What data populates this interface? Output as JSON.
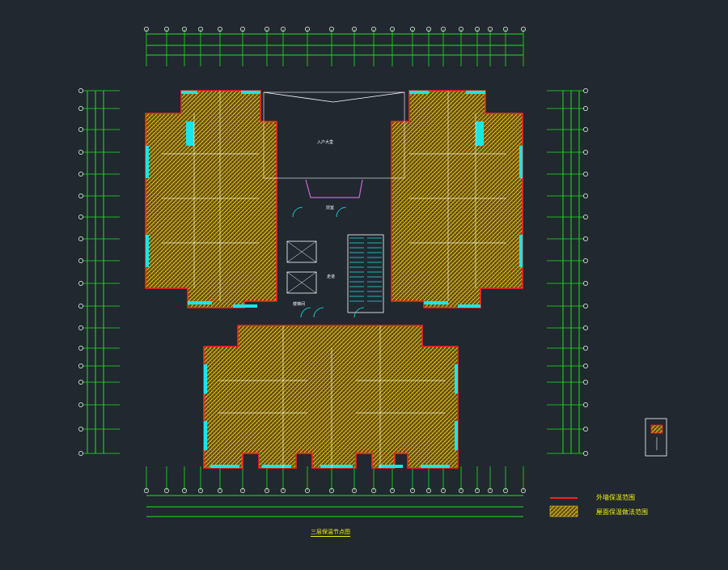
{
  "drawing": {
    "title": "三层保温节点图"
  },
  "legend": {
    "items": [
      {
        "label": "外墙保温范围",
        "swatch": "red-line"
      },
      {
        "label": "屋面保温做法范围",
        "swatch": "hatch-fill"
      }
    ]
  },
  "core_labels": {
    "entrance_hall": "入户大堂",
    "lobby": "前室",
    "stair": "楼梯间",
    "corridor": "走道"
  },
  "colors": {
    "background": "#212830",
    "dimension_lines": "#19e619",
    "outer_wall": "#ff2020",
    "hatch": "#e8c81e",
    "window": "#19e6e6",
    "wall": "#ffffff"
  }
}
